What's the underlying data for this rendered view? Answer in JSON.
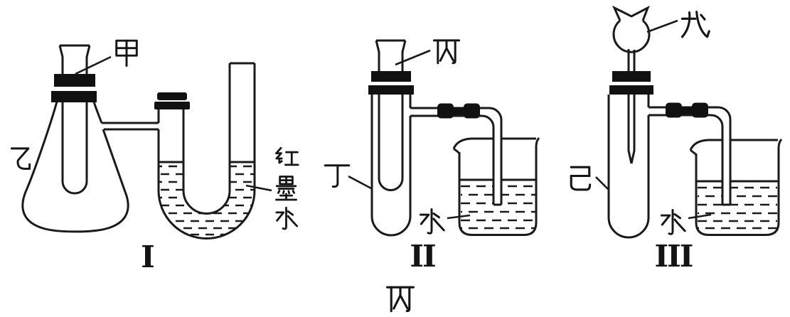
{
  "figure": {
    "caption": "丙",
    "background": "#ffffff",
    "line_color": "#1a1a1a"
  },
  "setups": [
    {
      "numeral": "I",
      "inner_tube_label": "甲",
      "flask_label": "乙",
      "utube_liquid_label": "红墨水"
    },
    {
      "numeral": "II",
      "inner_tube_label": "丙",
      "outer_tube_label": "丁",
      "beaker_liquid_label": "水"
    },
    {
      "numeral": "III",
      "bulb_label": "戊",
      "tube_label": "己",
      "beaker_liquid_label": "水"
    }
  ]
}
